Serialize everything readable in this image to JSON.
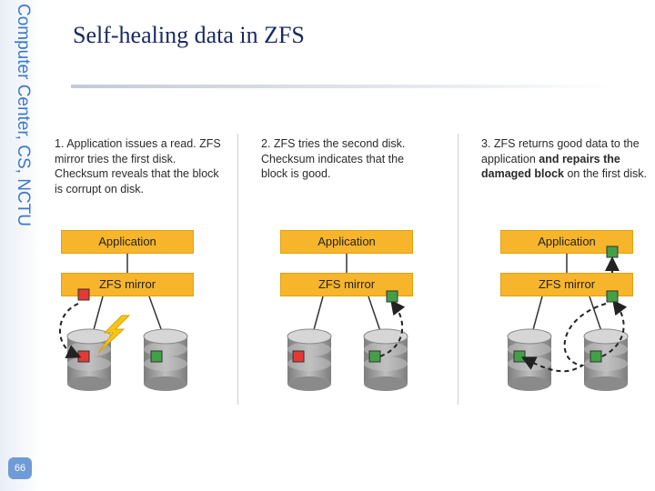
{
  "sidebar": {
    "vertical_text": "Computer Center, CS, NCTU",
    "page_number": "66"
  },
  "slide": {
    "title": "Self-healing data in ZFS"
  },
  "panels": [
    {
      "caption_parts": [
        "1. Application issues a read. ZFS mirror tries the first disk. Checksum reveals that the block is corrupt on disk."
      ],
      "application_label": "Application",
      "mirror_label": "ZFS mirror"
    },
    {
      "caption_parts": [
        "2. ZFS tries the second disk. Checksum indicates that the block is good."
      ],
      "application_label": "Application",
      "mirror_label": "ZFS mirror"
    },
    {
      "caption_before": "3. ZFS returns good data to the application ",
      "caption_bold1": "and repairs the damaged block",
      "caption_after": " on the first disk.",
      "application_label": "Application",
      "mirror_label": "ZFS mirror"
    }
  ],
  "colors": {
    "accent": "#f7b52b",
    "corrupt_block": "#e53935",
    "good_block": "#43a047",
    "disk": "#9e9e9e",
    "lightning": "#f5c518"
  },
  "icons": [
    "disk-icon",
    "lightning-icon",
    "corrupt-block-icon",
    "good-block-icon"
  ]
}
